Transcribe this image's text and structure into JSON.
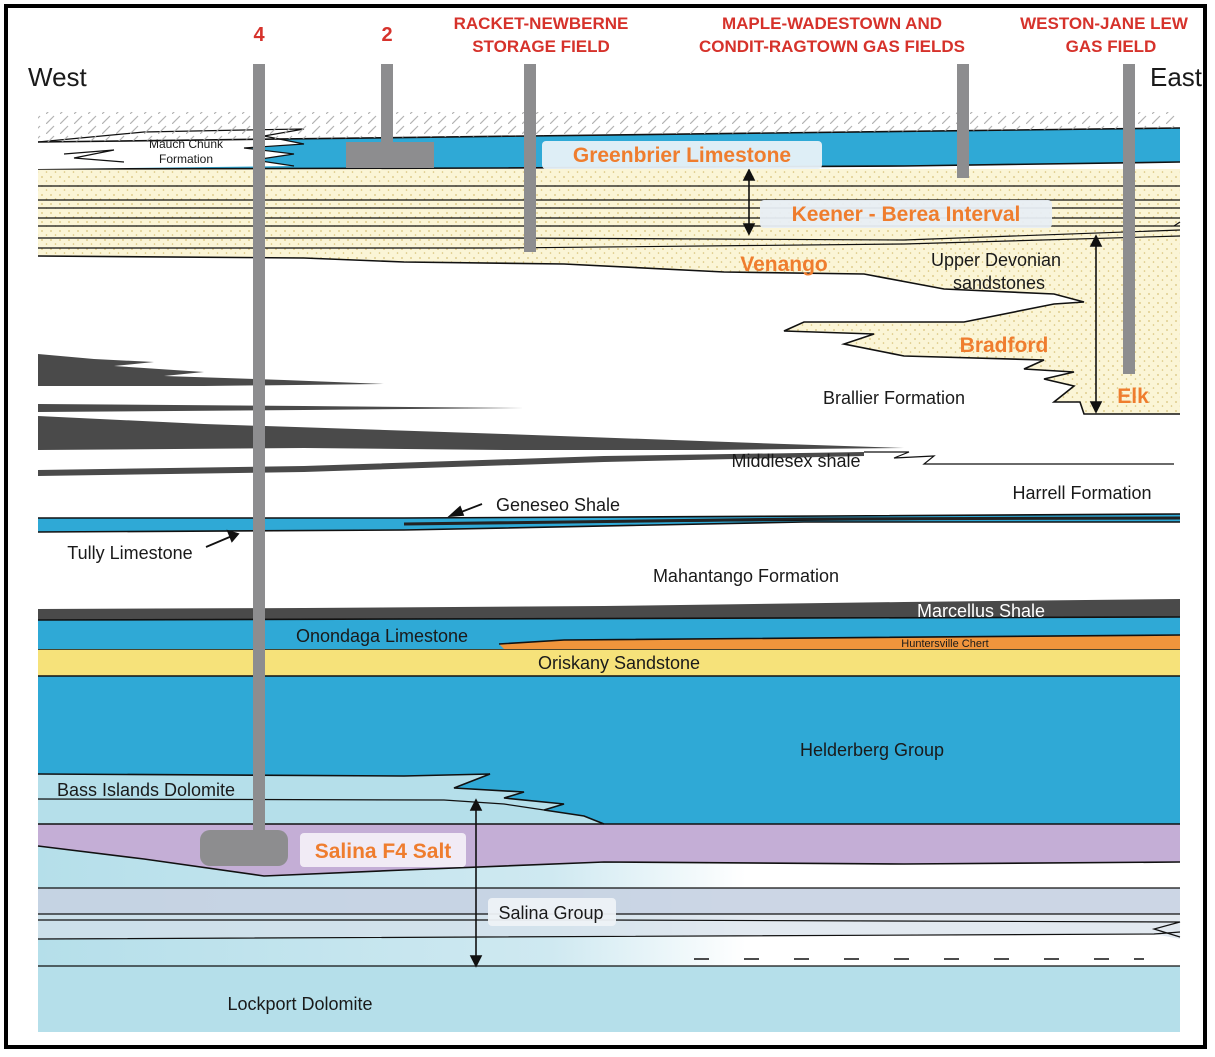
{
  "directions": {
    "west": "West",
    "east": "East"
  },
  "wells": {
    "well4": "4",
    "well2": "2",
    "racket_line1": "RACKET-NEWBERNE",
    "racket_line2": "STORAGE FIELD",
    "maple_line1": "MAPLE-WADESTOWN AND",
    "maple_line2": "CONDIT-RAGTOWN GAS FIELDS",
    "weston_line1": "WESTON-JANE LEW",
    "weston_line2": "GAS FIELD"
  },
  "units": {
    "mauch_chunk_1": "Mauch Chunk",
    "mauch_chunk_2": "Formation",
    "greenbrier": "Greenbrier Limestone",
    "keener_berea": "Keener - Berea Interval",
    "venango": "Venango",
    "upper_devonian_1": "Upper Devonian",
    "upper_devonian_2": "sandstones",
    "bradford": "Bradford",
    "brallier": "Brallier Formation",
    "elk": "Elk",
    "middlesex": "Middlesex shale",
    "harrell": "Harrell Formation",
    "geneseo": "Geneseo Shale",
    "tully": "Tully Limestone",
    "mahantango": "Mahantango Formation",
    "marcellus": "Marcellus Shale",
    "onondaga": "Onondaga Limestone",
    "huntersville": "Huntersville Chert",
    "oriskany": "Oriskany Sandstone",
    "helderberg": "Helderberg Group",
    "bass_islands": "Bass Islands Dolomite",
    "salina_f4": "Salina F4 Salt",
    "salina_group": "Salina Group",
    "lockport": "Lockport Dolomite"
  },
  "colors": {
    "limestone_blue": "#2fa9d6",
    "dolomite_lightblue": "#b5dfea",
    "sandstone": "#fbf5d6",
    "oriskany_yellow": "#f6e27a",
    "chert_orange": "#f0953c",
    "shale_dark": "#4a4a4a",
    "salt_purple": "#c4aed6",
    "salina_band": "#c7d2e2",
    "well_gray": "#8d8d8f",
    "label_red": "#d6322b",
    "label_orange": "#ef7d2e"
  }
}
